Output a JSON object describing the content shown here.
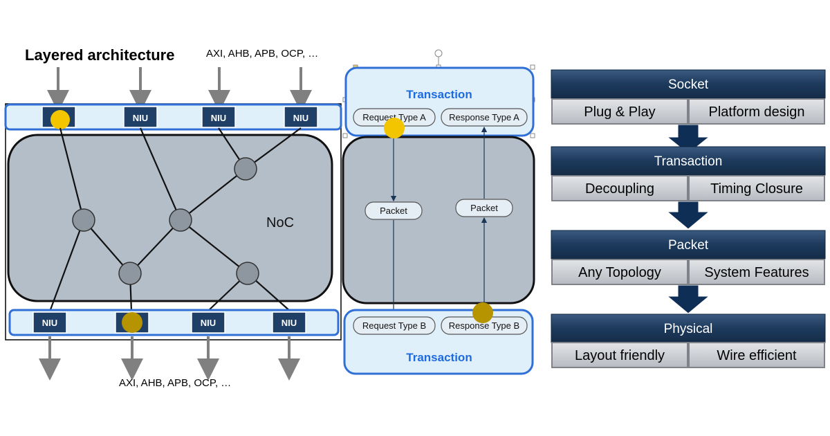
{
  "diagram": {
    "title": "Layered architecture",
    "top_protocols": "AXI, AHB, APB, OCP, …",
    "bottom_protocols": "AXI, AHB, APB, OCP, …",
    "noc_label": "NoC",
    "niu_label": "NIU",
    "colors": {
      "niu_fill": "#1f3f66",
      "bar_fill": "#dff0fb",
      "bar_stroke": "#2f6fd6",
      "noc_fill": "#b3bec9",
      "node_fill": "#8e979f",
      "yellow_dot": "#f2c500",
      "gold_dot": "#b59400",
      "layer_header": "#1d3a5c",
      "layer_cell": "#c9ccd0",
      "arrow": "#0f2e55"
    }
  },
  "transaction_flow": {
    "top_title": "Transaction",
    "bottom_title": "Transaction",
    "request_a": "Request Type A",
    "response_a": "Response Type A",
    "packet_left": "Packet",
    "packet_right": "Packet",
    "request_b": "Request Type B",
    "response_b": "Response Type B"
  },
  "layers": [
    {
      "title": "Socket",
      "left": "Plug & Play",
      "right": "Platform design"
    },
    {
      "title": "Transaction",
      "left": "Decoupling",
      "right": "Timing Closure"
    },
    {
      "title": "Packet",
      "left": "Any Topology",
      "right": "System Features"
    },
    {
      "title": "Physical",
      "left": "Layout friendly",
      "right": "Wire efficient"
    }
  ]
}
